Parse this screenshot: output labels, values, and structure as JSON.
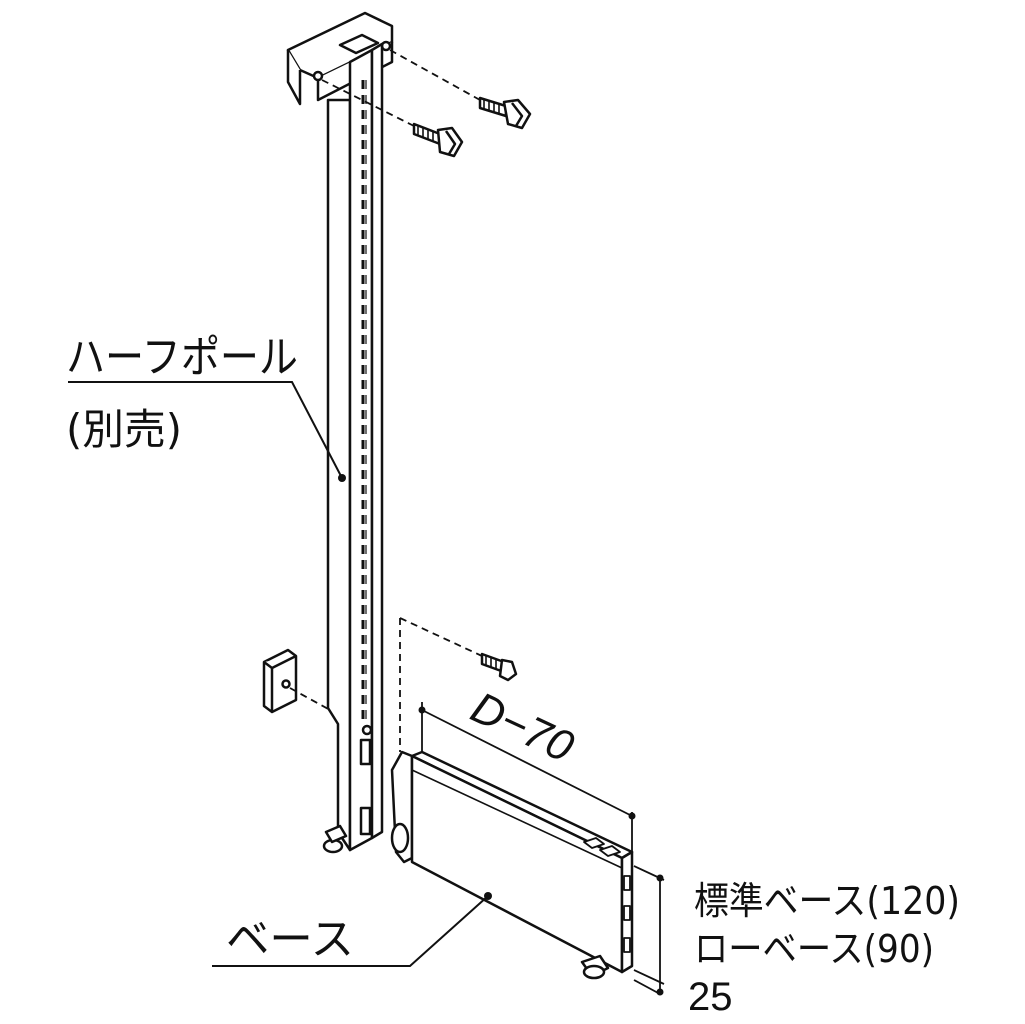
{
  "labels": {
    "half_pole": "ハーフポール",
    "sold_separately": "(別売)",
    "base": "ベース",
    "depth_dimension": "D−70",
    "standard_base": "標準ベース(120)",
    "low_base": "ローベース(90)",
    "thickness_dimension": "25"
  },
  "colors": {
    "line": "#111111",
    "fill": "#ffffff"
  }
}
